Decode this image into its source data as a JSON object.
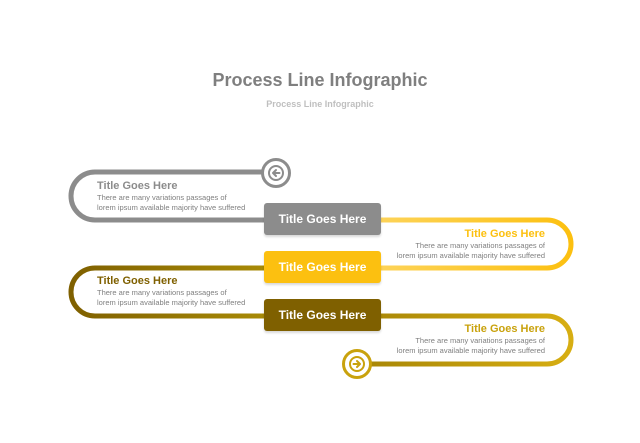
{
  "header": {
    "title": "Process Line Infographic",
    "subtitle": "Process Line Infographic"
  },
  "colors": {
    "gray": "#8c8c8c",
    "yellow": "#fcc010",
    "olive": "#7f6000",
    "gold": "#c9a20d"
  },
  "steps": [
    {
      "box_label": "Title Goes Here",
      "title": "Title Goes Here",
      "description": "There are many variations passages of lorem ipsum available  majority have suffered",
      "color": "#8c8c8c",
      "side": "left"
    },
    {
      "box_label": "Title Goes Here",
      "title": "Title Goes Here",
      "description": "There are many variations passages of lorem ipsum available  majority have suffered",
      "color": "#fcc010",
      "side": "right"
    },
    {
      "box_label": "Title Goes Here",
      "title": "Title Goes Here",
      "description": "There are many variations passages of lorem ipsum available  majority have suffered",
      "color": "#7f6000",
      "side": "left"
    },
    {
      "title": "Title Goes Here",
      "description": "There are many variations passages of lorem ipsum available  majority have suffered",
      "color": "#c9a20d",
      "side": "right"
    }
  ],
  "icons": {
    "start": "arrow-left-circle-icon",
    "end": "arrow-right-circle-icon"
  }
}
